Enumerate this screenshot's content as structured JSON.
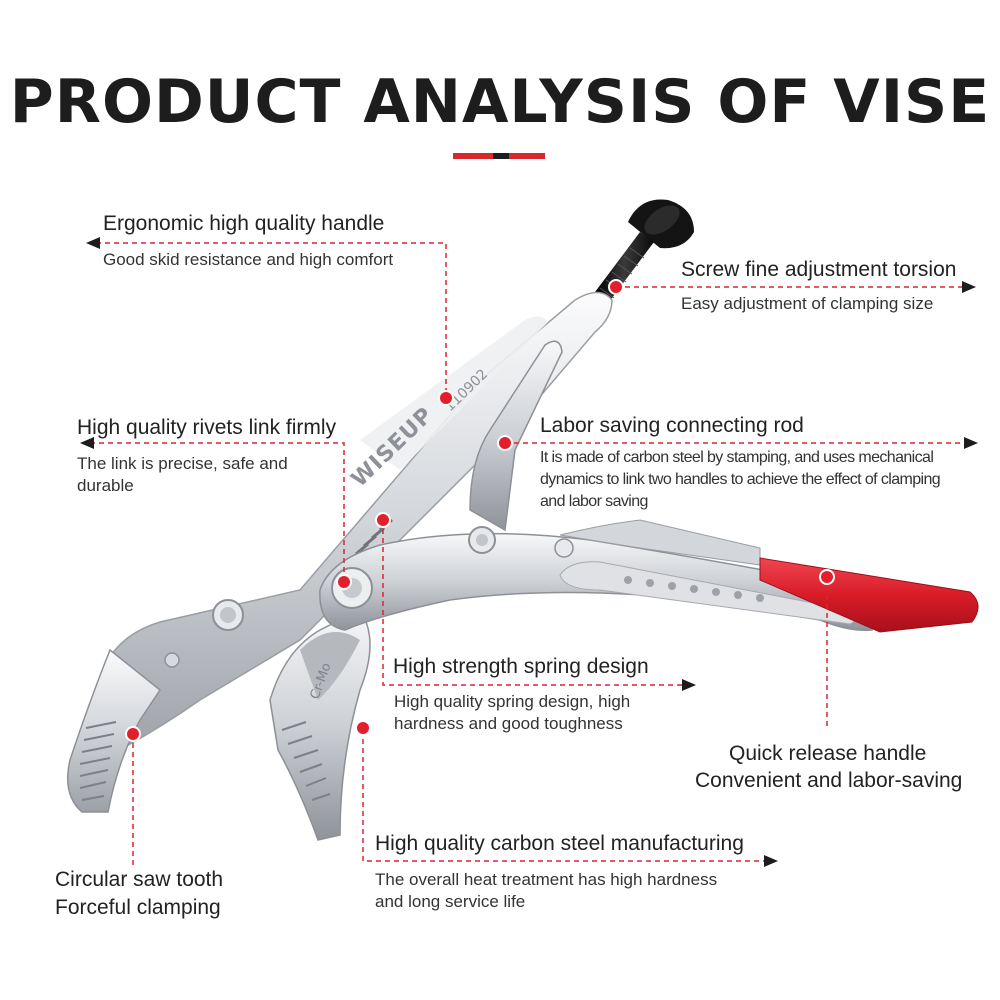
{
  "title": "PRODUCT ANALYSIS OF VISE",
  "colors": {
    "accent": "#d9272e",
    "title": "#1d1d1d",
    "steel_light": "#f2f3f5",
    "steel_mid": "#c9ccd1",
    "steel_dark": "#8d9197",
    "grip": "#e01f2d",
    "bolt": "#1a1a1a"
  },
  "tool": {
    "brand": "WISEUP",
    "model": "110902",
    "material": "Cr-Mo"
  },
  "callouts": {
    "handle": {
      "title": "Ergonomic high quality handle",
      "desc": "Good skid resistance and high comfort"
    },
    "screw": {
      "title": "Screw fine adjustment torsion",
      "desc": "Easy adjustment of clamping size"
    },
    "rivets": {
      "title": "High quality rivets link firmly",
      "desc_lines": [
        "The link is precise, safe and",
        "durable"
      ]
    },
    "rod": {
      "title": "Labor saving connecting rod",
      "desc_lines": [
        "It is made of carbon steel by stamping, and uses mechanical",
        "dynamics to link two handles to achieve the effect of clamping",
        "and labor saving"
      ]
    },
    "spring": {
      "title": "High strength spring design",
      "desc_lines": [
        "High quality spring design, high",
        "hardness and good toughness"
      ]
    },
    "quick": {
      "title": "Quick release handle",
      "desc": "Convenient and labor-saving"
    },
    "carbon": {
      "title": "High quality carbon steel manufacturing",
      "desc_lines": [
        "The overall heat treatment has high hardness",
        "and long service life"
      ]
    },
    "saw": {
      "title": "Circular saw tooth",
      "desc": "Forceful clamping"
    }
  }
}
